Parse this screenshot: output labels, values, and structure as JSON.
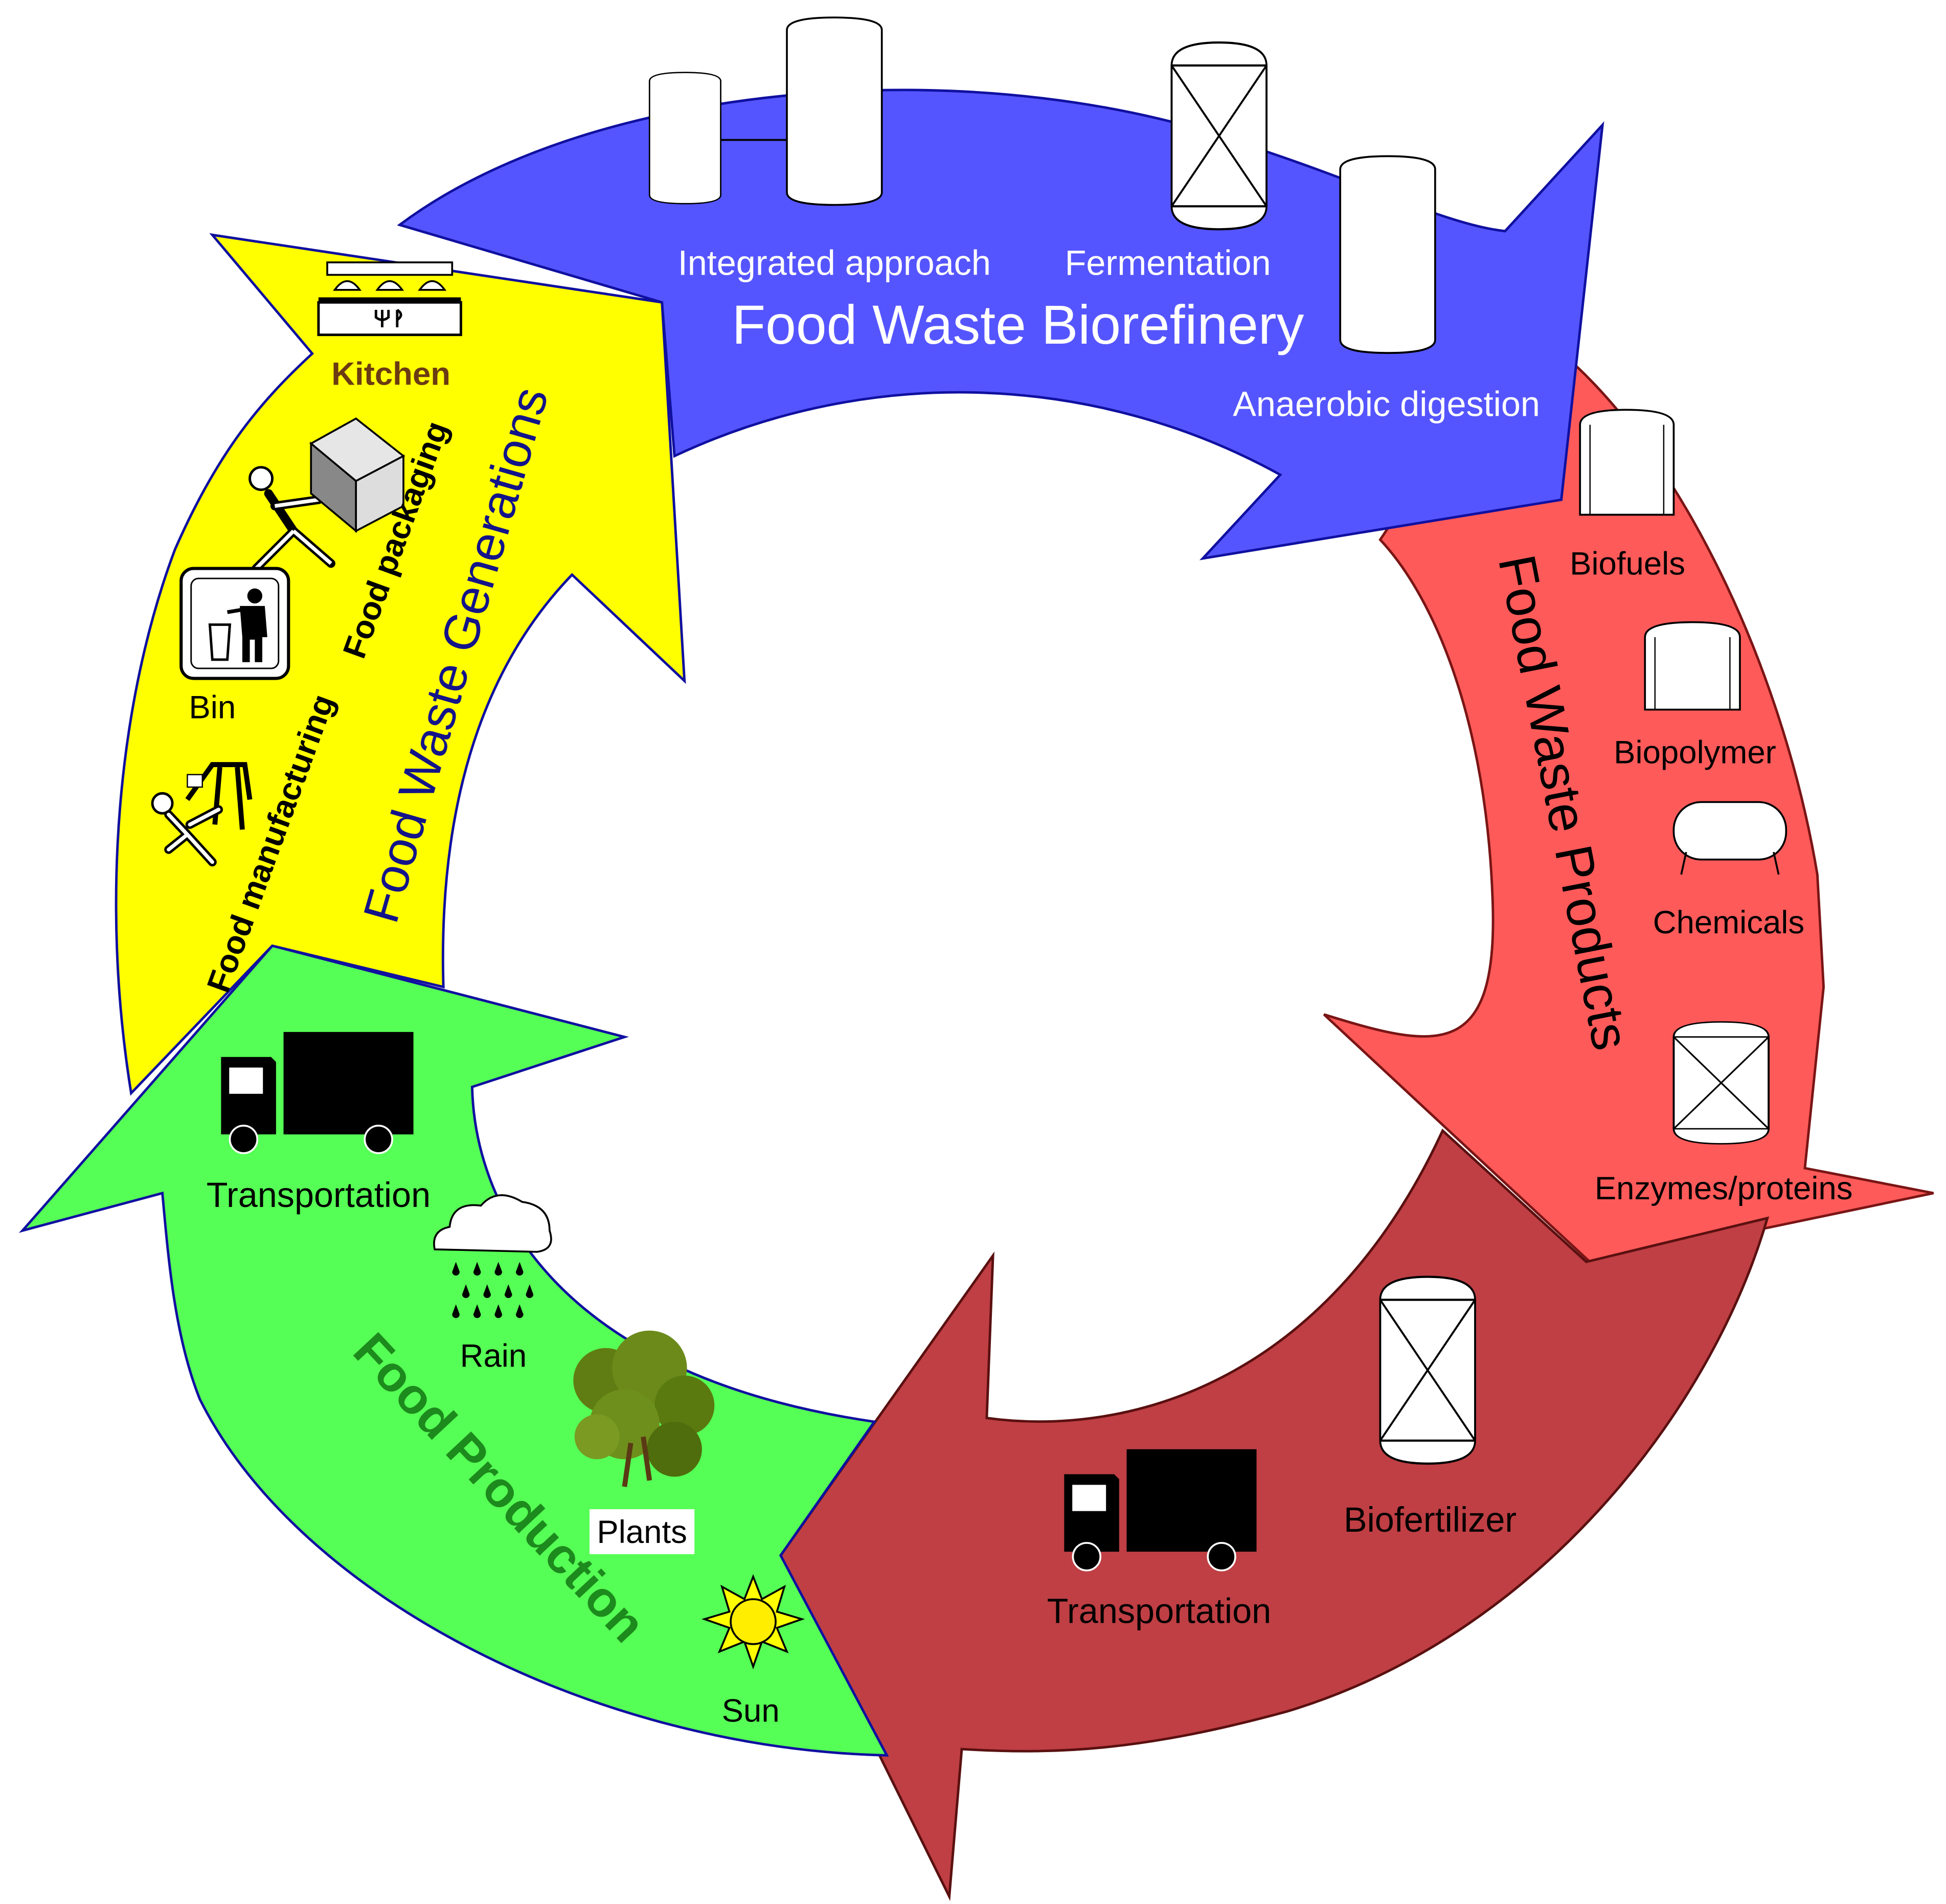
{
  "segments": {
    "biorefinery": {
      "title": "Food Waste Biorefinery",
      "items": [
        "Integrated approach",
        "Fermentation",
        "Anaerobic digestion"
      ],
      "color": "#5555ff",
      "text_color": "#ffffff"
    },
    "products": {
      "title": "Food Waste Products",
      "items": [
        "Biofuels",
        "Biopolymer",
        "Chemicals",
        "Enzymes/proteins"
      ],
      "color": "#ff5a5a",
      "text_color": "#000000"
    },
    "distribution": {
      "items": [
        "Biofertilizer",
        "Transportation"
      ],
      "color": "#bf3f44",
      "text_color": "#000000"
    },
    "production": {
      "title": "Food Production",
      "items": [
        "Transportation",
        "Rain",
        "Plants",
        "Sun"
      ],
      "color": "#55ff55",
      "title_color": "#1d8a1d",
      "text_color": "#000000"
    },
    "generation": {
      "title": "Food Waste Generations",
      "items": [
        "Kitchen",
        "Food packaging",
        "Bin",
        "Food manufacturing"
      ],
      "color": "#ffff00",
      "title_color": "#13138a",
      "kitchen_color": "#6b3b12"
    }
  },
  "icons": [
    "double-tank-icon",
    "tank-icon",
    "reactor-icon",
    "tank-icon",
    "biofuel-vessel-icon",
    "biopolymer-vessel-icon",
    "chemical-tank-icon",
    "reactor-icon",
    "reactor-icon",
    "truck-icon",
    "truck-icon",
    "rain-cloud-icon",
    "plant-icon",
    "sun-icon",
    "kitchen-icon",
    "worker-box-icon",
    "bin-icon",
    "worker-machine-icon"
  ]
}
